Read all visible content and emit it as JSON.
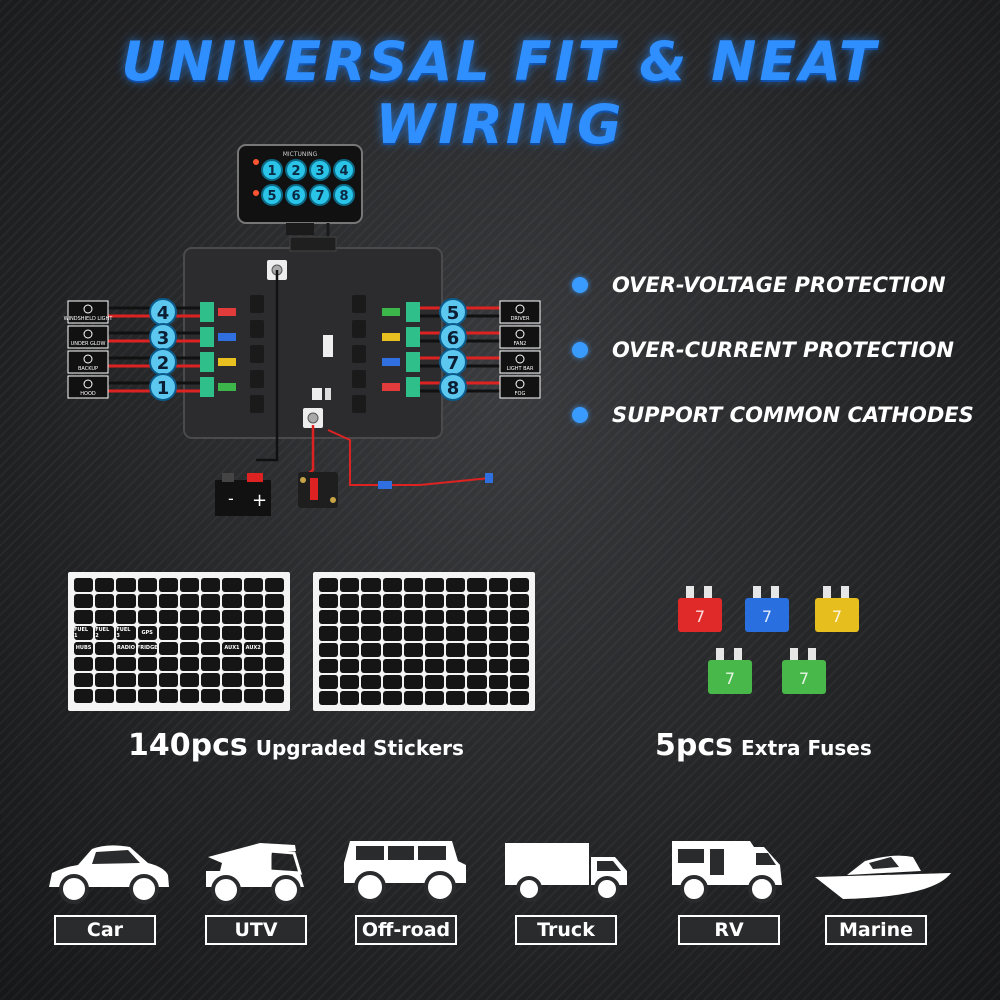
{
  "header": {
    "title": "UNIVERSAL FIT & NEAT WIRING"
  },
  "panel": {
    "brand": "MICTUNING",
    "keys": [
      "1",
      "2",
      "3",
      "4",
      "5",
      "6",
      "7",
      "8"
    ]
  },
  "diagram": {
    "left_channels": [
      {
        "num": "4",
        "icon_label": "WINDSHIELD LIGHT",
        "icon": "windshield-light-icon",
        "fuse_color": "#e23b3b"
      },
      {
        "num": "3",
        "icon_label": "UNDER GLOW",
        "icon": "underglow-icon",
        "fuse_color": "#2f6fe0"
      },
      {
        "num": "2",
        "icon_label": "BACKUP",
        "icon": "backup-icon",
        "fuse_color": "#e8c020"
      },
      {
        "num": "1",
        "icon_label": "HOOD",
        "icon": "hood-light-icon",
        "fuse_color": "#3cb54a"
      }
    ],
    "right_channels": [
      {
        "num": "5",
        "icon_label": "DRIVER",
        "icon": "seat-icon",
        "fuse_color": "#3cb54a"
      },
      {
        "num": "6",
        "icon_label": "FAN2",
        "icon": "fan-icon",
        "fuse_color": "#e8c020"
      },
      {
        "num": "7",
        "icon_label": "LIGHT BAR",
        "icon": "light-bar-icon",
        "fuse_color": "#2f6fe0"
      },
      {
        "num": "8",
        "icon_label": "FOG",
        "icon": "fog-light-icon",
        "fuse_color": "#e23b3b"
      }
    ],
    "battery": {
      "neg": "-",
      "pos": "+"
    }
  },
  "features": [
    {
      "text": "OVER-VOLTAGE PROTECTION"
    },
    {
      "text": "OVER-CURRENT PROTECTION"
    },
    {
      "text": "SUPPORT COMMON CATHODES"
    }
  ],
  "stickers": {
    "sheet_a": [
      "",
      "",
      "",
      "",
      "",
      "",
      "",
      "",
      "",
      "",
      "",
      "",
      "",
      "",
      "",
      "",
      "",
      "",
      "",
      "",
      "",
      "",
      "",
      "",
      "",
      "",
      "",
      "",
      "",
      "",
      "FUEL 1",
      "FUEL 2",
      "FUEL 3",
      "GPS",
      "",
      "",
      "",
      "",
      "",
      "",
      "HUBS",
      "",
      "RADIO",
      "FRIDGE",
      "",
      "",
      "",
      "AUX1",
      "AUX2",
      "",
      "",
      "",
      "",
      "",
      "",
      "",
      "",
      "",
      "",
      "",
      "",
      "",
      "",
      "",
      "",
      "",
      "",
      "",
      "",
      "",
      "",
      "",
      "",
      "",
      "",
      "",
      "",
      "",
      "",
      "",
      ""
    ],
    "sheet_b": [
      "",
      "",
      "",
      "",
      "",
      "",
      "",
      "",
      "",
      "",
      "",
      "",
      "",
      "",
      "",
      "",
      "",
      "",
      "",
      "",
      "",
      "",
      "",
      "",
      "",
      "",
      "",
      "",
      "",
      "",
      "",
      "",
      "",
      "",
      "",
      "",
      "",
      "",
      "",
      "",
      "",
      "",
      "",
      "",
      "",
      "",
      "",
      "",
      "",
      "",
      "",
      "",
      "",
      "",
      "",
      "",
      "",
      "",
      "",
      "",
      "",
      "",
      "",
      "",
      "",
      "",
      "",
      "",
      "",
      "",
      "",
      "",
      "",
      "",
      "",
      "",
      "",
      "",
      "",
      ""
    ],
    "count": "140pcs",
    "label": "Upgraded Stickers"
  },
  "fuses": {
    "count": "5pcs",
    "label": "Extra Fuses",
    "colors": [
      "#e02a2a",
      "#2a6fe0",
      "#e6bf1e",
      "#49b84a",
      "#49b84a"
    ],
    "value": "7"
  },
  "vehicles": [
    {
      "label": "Car",
      "icon": "car-icon"
    },
    {
      "label": "UTV",
      "icon": "utv-icon"
    },
    {
      "label": "Off-road",
      "icon": "offroad-icon"
    },
    {
      "label": "Truck",
      "icon": "truck-icon"
    },
    {
      "label": "RV",
      "icon": "rv-icon"
    },
    {
      "label": "Marine",
      "icon": "boat-icon"
    }
  ]
}
